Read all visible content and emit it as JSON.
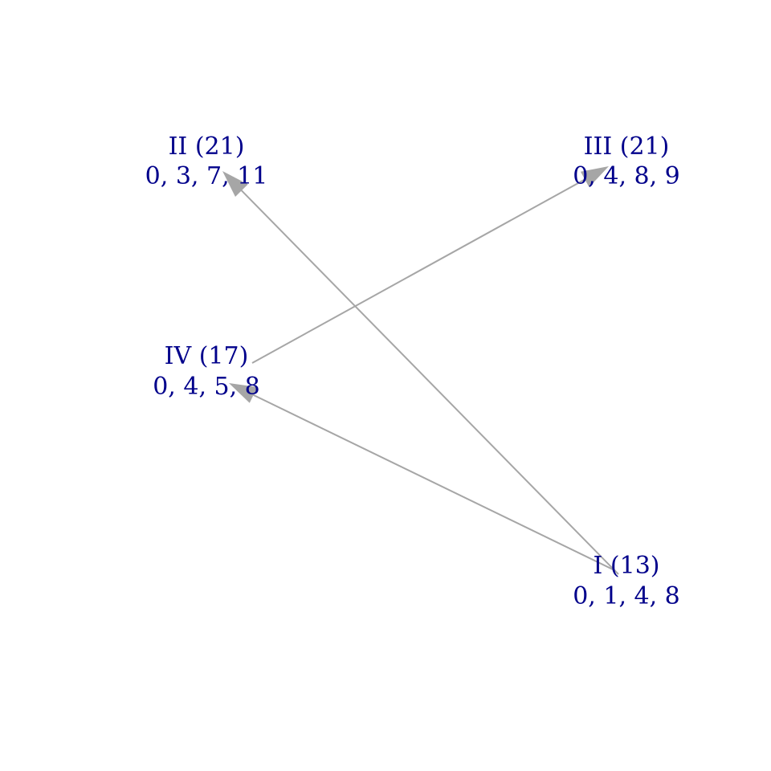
{
  "diagram": {
    "nodes": [
      {
        "id": "I",
        "title": "I (13)",
        "values": "0, 1, 4, 8"
      },
      {
        "id": "II",
        "title": "II (21)",
        "values": "0, 3, 7, 11"
      },
      {
        "id": "III",
        "title": "III (21)",
        "values": "0, 4, 8, 9"
      },
      {
        "id": "IV",
        "title": "IV (17)",
        "values": "0, 4, 5, 8"
      }
    ],
    "edges": [
      {
        "from": "I",
        "to": "II"
      },
      {
        "from": "I",
        "to": "IV"
      },
      {
        "from": "IV",
        "to": "III"
      }
    ],
    "colors": {
      "label": "#00008B",
      "edge": "#A6A6A6"
    }
  }
}
